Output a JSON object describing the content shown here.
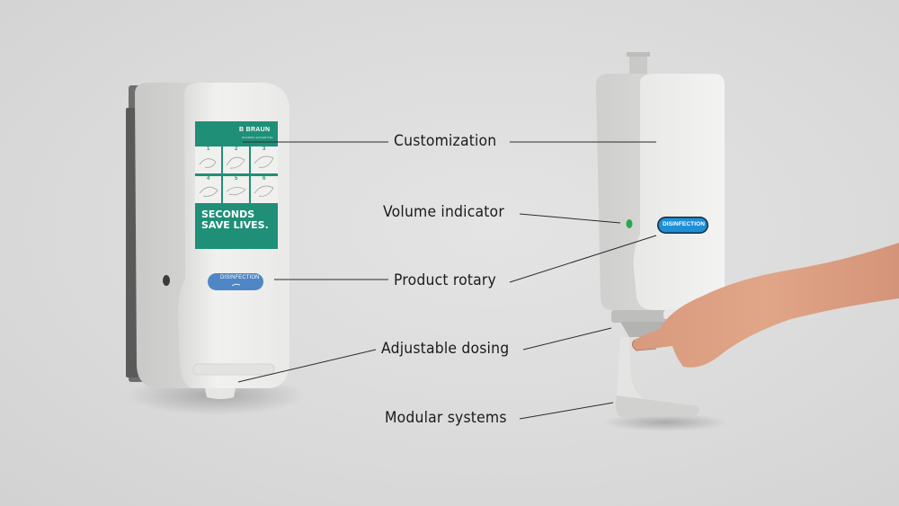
{
  "scene": {
    "description": "Two wall-mounted hand disinfectant dispensers with annotation callouts",
    "background_color": "#dcdcdc"
  },
  "left_dispenser": {
    "brand": "B BRAUN",
    "brand_tagline": "SHARING EXPERTISE",
    "panel_color": "#1f8f78",
    "steps": [
      "1",
      "2",
      "3",
      "4",
      "5",
      "6"
    ],
    "slogan_line1": "SECONDS",
    "slogan_line2": "SAVE LIVES.",
    "product_label": "DISINFECTION",
    "product_label_color": "#4f86c6"
  },
  "right_dispenser": {
    "product_label": "DISINFECTION",
    "product_label_color": "#1e8fd6",
    "volume_indicator_color": "#2aa84f"
  },
  "callouts": [
    {
      "label": "Customization"
    },
    {
      "label": "Volume indicator"
    },
    {
      "label": "Product rotary"
    },
    {
      "label": "Adjustable dosing"
    },
    {
      "label": "Modular systems"
    }
  ]
}
